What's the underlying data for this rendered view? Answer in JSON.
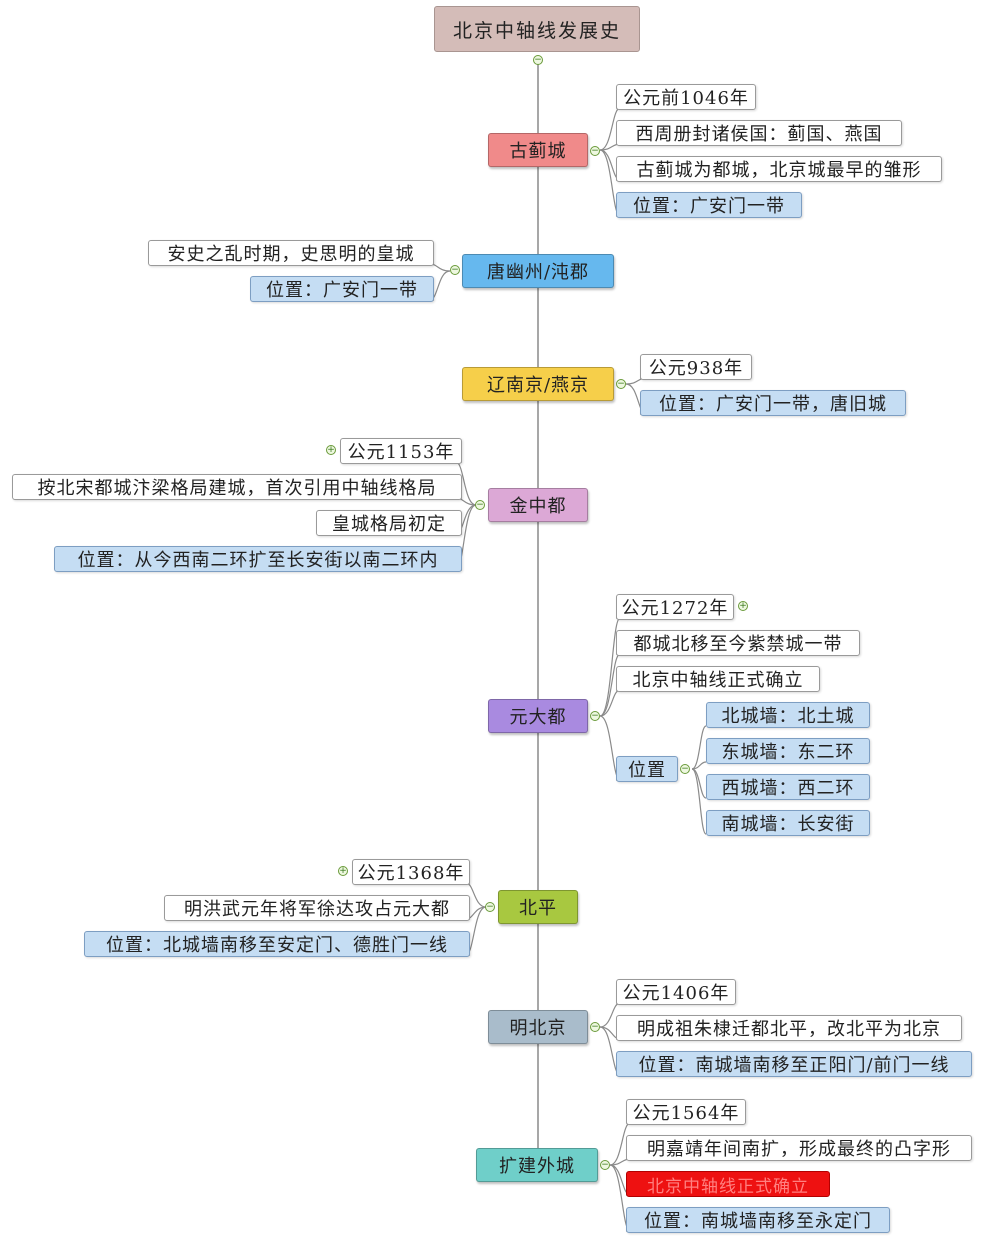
{
  "title": "北京中轴线发展史",
  "colors": {
    "gujicheng": "#f08a8a",
    "tang": "#66b8ee",
    "liao": "#f6cf4a",
    "jin": "#dca8d6",
    "yuan": "#a98ae0",
    "beiping": "#a8c840",
    "ming": "#a9bccb",
    "kuojian": "#6fcfc9"
  },
  "periods": [
    {
      "name": "古蓟城",
      "items": [
        "公元前1046年",
        "西周册封诸侯国：蓟国、燕国",
        "古蓟城为都城，北京城最早的雏形",
        "位置：广安门一带"
      ]
    },
    {
      "name": "唐幽州/沌郡",
      "items": [
        "安史之乱时期，史思明的皇城",
        "位置：广安门一带"
      ]
    },
    {
      "name": "辽南京/燕京",
      "items": [
        "公元938年",
        "位置：广安门一带，唐旧城"
      ]
    },
    {
      "name": "金中都",
      "items": [
        "公元1153年",
        "按北宋都城汴梁格局建城，首次引用中轴线格局",
        "皇城格局初定",
        "位置：从今西南二环扩至长安街以南二环内"
      ]
    },
    {
      "name": "元大都",
      "items": [
        "公元1272年",
        "都城北移至今紫禁城一带",
        "北京中轴线正式确立",
        "位置"
      ],
      "sub_items": [
        "北城墙：北土城",
        "东城墙：东二环",
        "西城墙：西二环",
        "南城墙：长安街"
      ]
    },
    {
      "name": "北平",
      "items": [
        "公元1368年",
        "明洪武元年将军徐达攻占元大都",
        "位置：北城墙南移至安定门、德胜门一线"
      ]
    },
    {
      "name": "明北京",
      "items": [
        "公元1406年",
        "明成祖朱棣迁都北平，改北平为北京",
        "位置：南城墙南移至正阳门/前门一线"
      ]
    },
    {
      "name": "扩建外城",
      "items": [
        "公元1564年",
        "明嘉靖年间南扩，形成最终的凸字形",
        "北京中轴线正式确立",
        "位置：南城墙南移至永定门"
      ]
    }
  ]
}
